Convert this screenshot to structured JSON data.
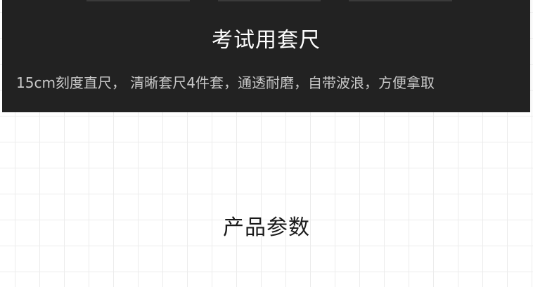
{
  "banner": {
    "title": "考试用套尺",
    "subtitle": "15cm刻度直尺，    清晰套尺4件套，通透耐磨，自带波浪，方便拿取",
    "background_color": "#222222"
  },
  "section": {
    "title": "产品参数"
  },
  "page": {
    "background_color": "#ffffff",
    "grid_color": "#ececec"
  }
}
